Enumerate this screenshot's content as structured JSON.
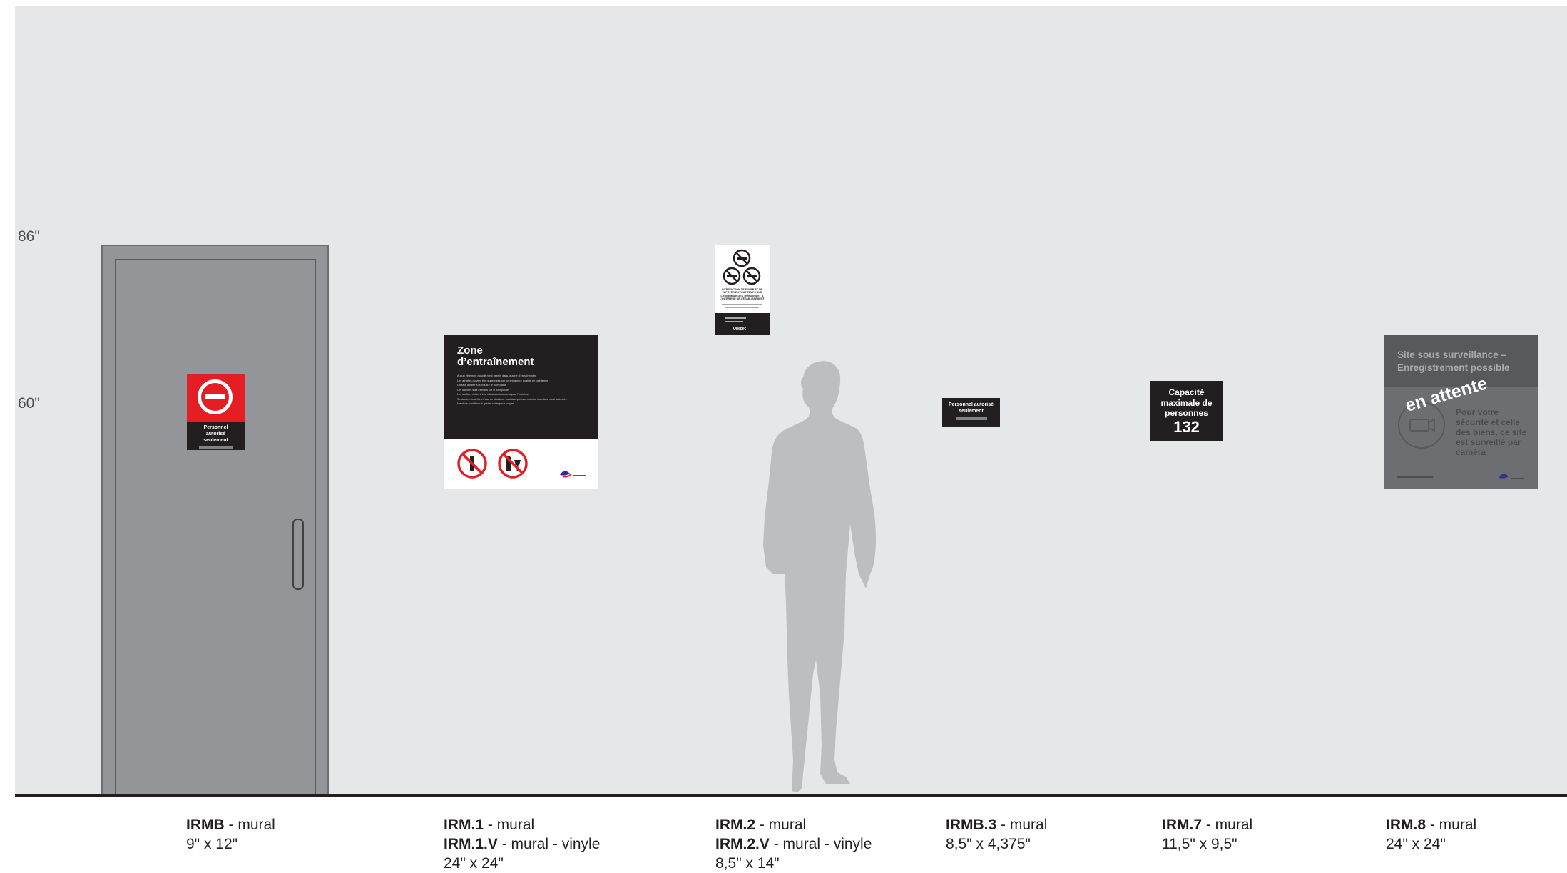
{
  "height_marks": [
    {
      "label": "86\""
    },
    {
      "label": "60\""
    }
  ],
  "signs": {
    "irmb": {
      "text": "Personnel autorisé seulement"
    },
    "irm1": {
      "title": "Zone d’entraînement",
      "bullets": [
        "Aucun vêtement mouillé n’est permis dans la zone d’entraînement",
        "Les athlètes doivent être supervisés par un entraîneur qualifié en tout temps",
        "Un seul athlète à la fois sur le trampoline",
        "Les souliers sont interdits sur le trampoline",
        "Les souliers doivent être utilisés uniquement pour l’intérieur",
        "Seules les bouteilles d’eau en plastique sont acceptées et aucune nourriture n’est autorisée",
        "Merci de contribuer à garder cet espace propre"
      ]
    },
    "irm2": {
      "text": "INTERDICTION DE FUMER ET DE VAPOTER EN TOUT TEMPS SUR L’ENSEMBLE DES TERRAINS ET À L’INTÉRIEUR DE L’ÉTABLISSEMENT",
      "footer": "Québec"
    },
    "irmb3": {
      "text": "Personnel autorisé seulement"
    },
    "irm7": {
      "label": "Capacité maximale de personnes",
      "value": "132"
    },
    "irm8": {
      "header": "Site sous surveillance – Enregistrement possible",
      "body": "Pour votre sécurité et celle des biens, ce site est surveillé par caméra",
      "stamp": "en attente"
    }
  },
  "captions": [
    {
      "lines": [
        {
          "code": "IRMB",
          "rest": " - mural"
        },
        {
          "code": "",
          "rest": "9\" x 12\""
        }
      ]
    },
    {
      "lines": [
        {
          "code": "IRM.1",
          "rest": " - mural"
        },
        {
          "code": "IRM.1.V",
          "rest": " - mural - vinyle"
        },
        {
          "code": "",
          "rest": "24\" x 24\""
        }
      ]
    },
    {
      "lines": [
        {
          "code": "IRM.2",
          "rest": " - mural"
        },
        {
          "code": "IRM.2.V",
          "rest": " - mural - vinyle"
        },
        {
          "code": "",
          "rest": "8,5\" x 14\""
        }
      ]
    },
    {
      "lines": [
        {
          "code": "IRMB.3",
          "rest": " - mural"
        },
        {
          "code": "",
          "rest": "8,5\" x 4,375\""
        }
      ]
    },
    {
      "lines": [
        {
          "code": "IRM.7",
          "rest": " - mural"
        },
        {
          "code": "",
          "rest": "11,5\" x 9,5\""
        }
      ]
    },
    {
      "lines": [
        {
          "code": "IRM.8",
          "rest": " - mural"
        },
        {
          "code": "",
          "rest": "24\" x 24\""
        }
      ]
    }
  ],
  "colors": {
    "wall": "#e6e7e8",
    "door": "#939598",
    "sign_dark": "#231f20",
    "sign_red": "#e31e24",
    "silhouette": "#bcbec0",
    "pending_panel": "#58595b"
  }
}
